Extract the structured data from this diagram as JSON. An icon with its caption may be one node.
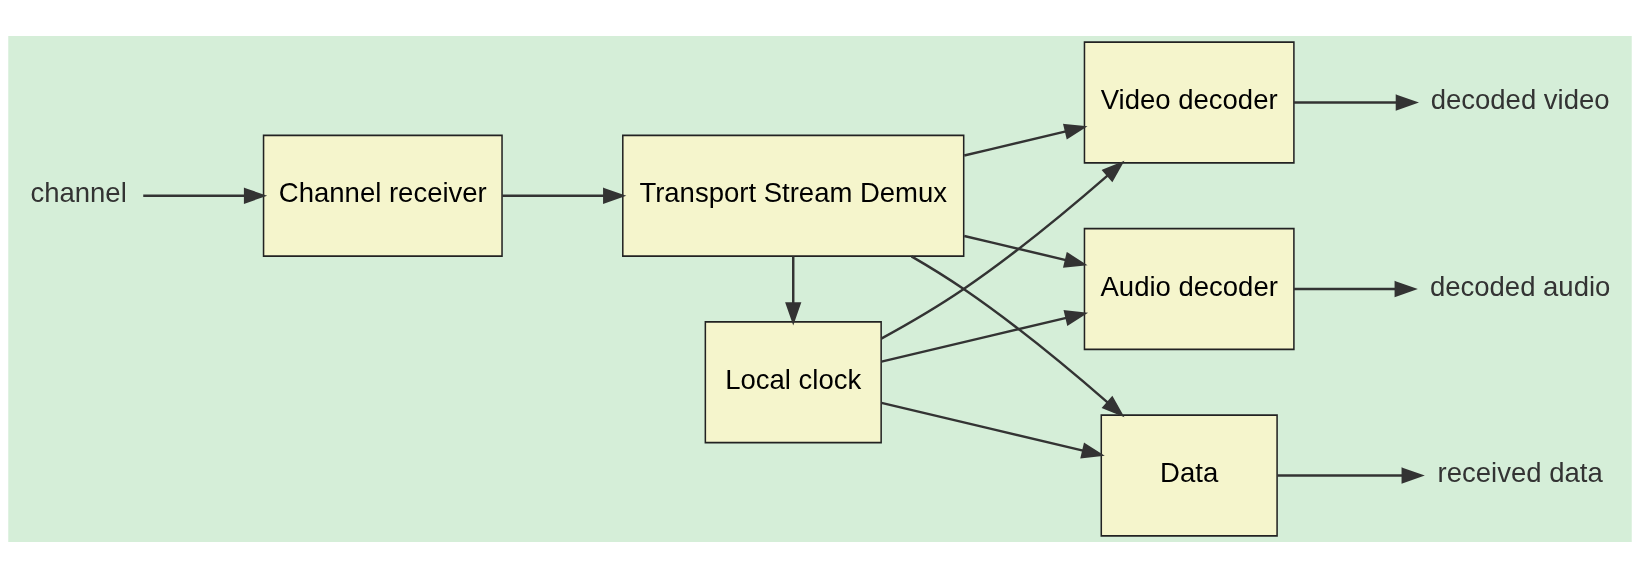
{
  "diagram": {
    "nodes": [
      {
        "text": [
          "channel"
        ]
      },
      {
        "text": [
          "Channel receiver"
        ]
      },
      {
        "text": [
          "Transport Stream Demux"
        ]
      },
      {
        "text": [
          "Local clock"
        ]
      },
      {
        "text": [
          "Video decoder"
        ]
      },
      {
        "text": [
          "Audio decoder"
        ]
      },
      {
        "text": [
          "Data"
        ]
      },
      {
        "text": [
          "decoded video"
        ]
      },
      {
        "text": [
          "decoded audio"
        ]
      },
      {
        "text": [
          "received data"
        ]
      }
    ],
    "edges": [
      {
        "from": 0,
        "to": 1,
        "arrow": "to"
      },
      {
        "from": 1,
        "to": 2,
        "arrow": "to"
      },
      {
        "from": 2,
        "to": 3,
        "arrow": "to"
      },
      {
        "from": 2,
        "to": 4,
        "arrow": "to"
      },
      {
        "from": 2,
        "to": 5,
        "arrow": "to"
      },
      {
        "from": 2,
        "to": 6,
        "arrow": "to"
      },
      {
        "from": 3,
        "to": 4,
        "arrow": "to"
      },
      {
        "from": 3,
        "to": 5,
        "arrow": "to"
      },
      {
        "from": 3,
        "to": 6,
        "arrow": "to"
      },
      {
        "from": 4,
        "to": 7,
        "arrow": "to"
      },
      {
        "from": 5,
        "to": 8,
        "arrow": "to"
      },
      {
        "from": 6,
        "to": 9,
        "arrow": "to"
      }
    ]
  }
}
